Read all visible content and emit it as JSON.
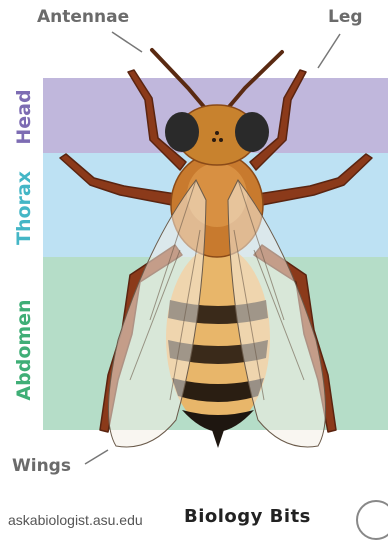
{
  "callouts": {
    "antennae": "Antennae",
    "leg": "Leg",
    "wings": "Wings"
  },
  "regions": {
    "head": "Head",
    "thorax": "Thorax",
    "abdomen": "Abdomen"
  },
  "footer": {
    "url": "askabiologist.asu.edu",
    "brand": "Biology Bits"
  },
  "colors": {
    "head_band": "#c0b7dc",
    "thorax_band": "#bde1f3",
    "abdomen_band": "#b5ddc8",
    "head_label": "#7d6cb3",
    "thorax_label": "#44b6c6",
    "abdomen_label": "#3fae76"
  }
}
